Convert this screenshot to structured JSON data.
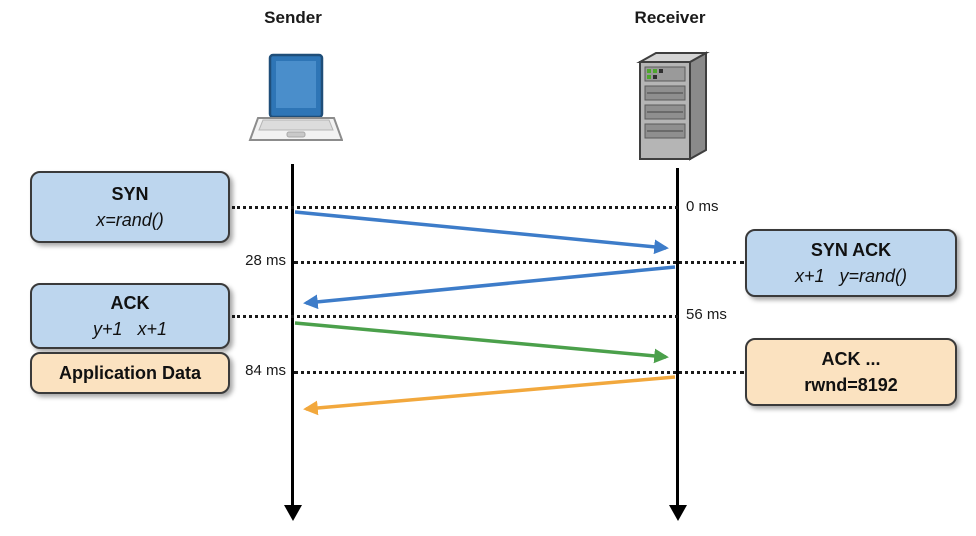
{
  "diagram_type": "tcp-handshake-sequence",
  "actors": {
    "sender": {
      "label": "Sender",
      "icon": "laptop-icon"
    },
    "receiver": {
      "label": "Receiver",
      "icon": "server-icon"
    }
  },
  "time_markers": {
    "t0": "0 ms",
    "t28": "28 ms",
    "t56": "56 ms",
    "t84": "84 ms"
  },
  "boxes": {
    "syn": {
      "line1": "SYN",
      "line2": "x=rand()"
    },
    "syn_ack": {
      "line1": "SYN ACK",
      "line2": "x+1   y=rand()"
    },
    "ack": {
      "line1": "ACK",
      "line2": "y+1   x+1"
    },
    "app_data": {
      "line1": "Application Data"
    },
    "ack_rwnd": {
      "line1": "ACK ...",
      "line2": "rwnd=8192"
    }
  },
  "messages": [
    {
      "name": "syn",
      "from": "sender",
      "to": "receiver",
      "color_key": "arrow_blue"
    },
    {
      "name": "syn-ack",
      "from": "receiver",
      "to": "sender",
      "color_key": "arrow_blue"
    },
    {
      "name": "ack",
      "from": "sender",
      "to": "receiver",
      "color_key": "arrow_green"
    },
    {
      "name": "ack-rwnd",
      "from": "receiver",
      "to": "sender",
      "color_key": "arrow_orange"
    }
  ],
  "colors": {
    "arrow_blue": "#3d7cc9",
    "arrow_green": "#4ba04b",
    "arrow_orange": "#f2a83d",
    "box_blue": "#bdd6ee",
    "box_orange": "#fbe2c0",
    "box_border": "#3a3a3a",
    "lifeline": "#000000"
  }
}
